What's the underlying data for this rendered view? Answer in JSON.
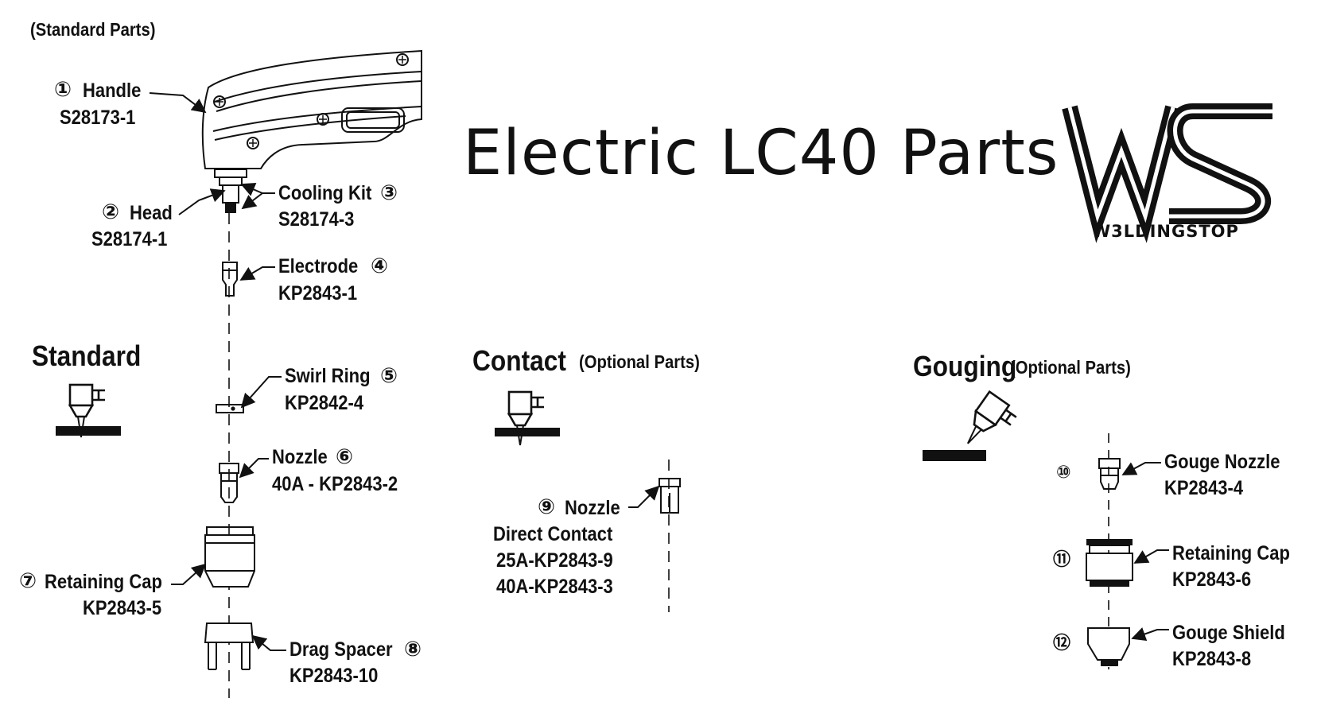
{
  "header": {
    "standard_parts_note": "(Standard Parts)",
    "title": "Electric LC40 Parts",
    "brand_name": "W3LDINGSTOP",
    "logo_mark": "WS"
  },
  "sections": {
    "standard": {
      "heading": "Standard"
    },
    "contact": {
      "heading": "Contact",
      "note": "(Optional Parts)"
    },
    "gouging": {
      "heading": "Gouging",
      "note": "(Optional Parts)"
    }
  },
  "parts": {
    "handle": {
      "num": "①",
      "name": "Handle",
      "code": "S28173-1"
    },
    "head": {
      "num": "②",
      "name": "Head",
      "code": "S28174-1"
    },
    "cooling_kit": {
      "num": "③",
      "name": "Cooling Kit",
      "code": "S28174-3"
    },
    "electrode": {
      "num": "④",
      "name": "Electrode",
      "code": "KP2843-1"
    },
    "swirl_ring": {
      "num": "⑤",
      "name": "Swirl Ring",
      "code": "KP2842-4"
    },
    "nozzle": {
      "num": "⑥",
      "name": "Nozzle",
      "code": "40A - KP2843-2"
    },
    "retaining_cap": {
      "num": "⑦",
      "name": "Retaining Cap",
      "code": "KP2843-5"
    },
    "drag_spacer": {
      "num": "⑧",
      "name": "Drag Spacer",
      "code": "KP2843-10"
    },
    "contact_nozzle": {
      "num": "⑨",
      "name": "Nozzle",
      "subtitle": "Direct Contact",
      "code_25a": "25A-KP2843-9",
      "code_40a": "40A-KP2843-3"
    },
    "gouge_nozzle": {
      "num": "⑩",
      "name": "Gouge Nozzle",
      "code": "KP2843-4"
    },
    "gouge_retaining_cap": {
      "num": "⑪",
      "name": "Retaining Cap",
      "code": "KP2843-6"
    },
    "gouge_shield": {
      "num": "⑫",
      "name": "Gouge Shield",
      "code": "KP2843-8"
    }
  }
}
